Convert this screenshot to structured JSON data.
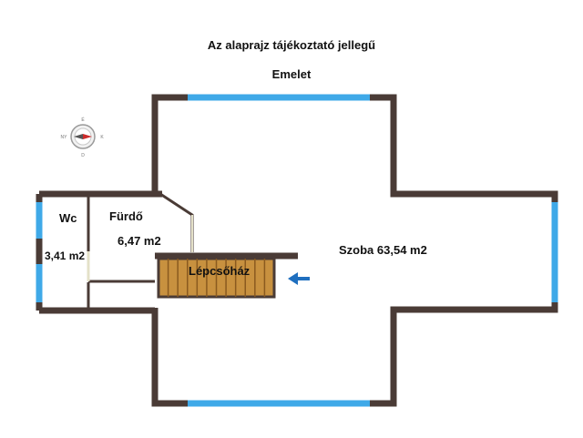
{
  "header": {
    "title": "Az alaprajz tájékoztató jellegű",
    "subtitle": "Emelet"
  },
  "rooms": {
    "wc_name": "Wc",
    "wc_area": "3,41 m2",
    "furdo_name": "Fürdő",
    "furdo_area": "6,47 m2",
    "stair_name": "Lépcsőház",
    "szoba": "Szoba 63,54 m2"
  },
  "compass": {
    "north": "É",
    "south": "D",
    "east": "K",
    "west": "NY"
  },
  "colors": {
    "wall": "#4a3b36",
    "window": "#3fa9e8",
    "stair_fill": "#c8913f",
    "stair_line": "#8a5a1f",
    "arrow": "#1f6fbf",
    "compass_pointer": "#cc2b2b",
    "door": "#e4e1c8"
  },
  "icons": {
    "direction_arrow": "arrow-left-icon",
    "compass": "compass-rose-icon"
  }
}
